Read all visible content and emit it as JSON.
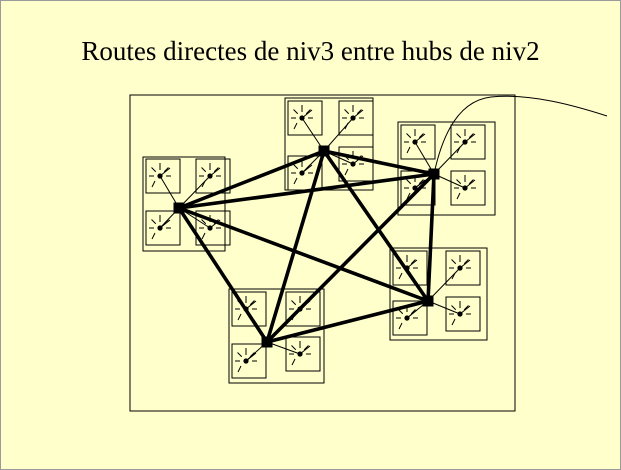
{
  "slide": {
    "title": "Routes directes de niv3 entre hubs de niv2"
  },
  "colors": {
    "background": "#ffffcc",
    "line": "#000000"
  },
  "diagram": {
    "hub_count": 5,
    "edge_count": 10,
    "nodes_per_cluster": 4,
    "node_icon": "star-node-icon",
    "hub_icon": "hub-square-icon"
  }
}
